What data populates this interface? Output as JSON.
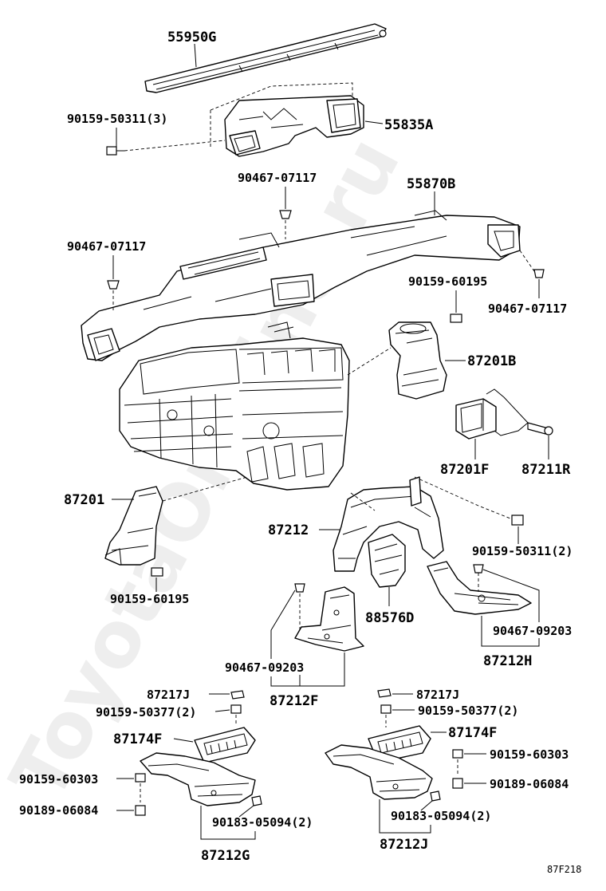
{
  "watermark": "ToyotaOnMine.ru",
  "diagram_ref": "87F218",
  "labels": {
    "p55950G": "55950G",
    "p55835A": "55835A",
    "p90159_50311_3": "90159-50311(3)",
    "p90467_07117_top": "90467-07117",
    "p55870B": "55870B",
    "p90467_07117_left": "90467-07117",
    "p90159_60195_right": "90159-60195",
    "p90467_07117_right": "90467-07117",
    "p87201B": "87201B",
    "p87201F": "87201F",
    "p87211R": "87211R",
    "p87201": "87201",
    "p87212": "87212",
    "p90159_50311_2": "90159-50311(2)",
    "p90159_60195_left": "90159-60195",
    "p88576D": "88576D",
    "p90467_09203_right": "90467-09203",
    "p87212H": "87212H",
    "p90467_09203_left": "90467-09203",
    "p87212F": "87212F",
    "p87217J_left": "87217J",
    "p90159_50377_left": "90159-50377(2)",
    "p87174F_left": "87174F",
    "p90159_60303_left": "90159-60303",
    "p90189_06084_left": "90189-06084",
    "p90183_05094_left": "90183-05094(2)",
    "p87212G": "87212G",
    "p87217J_right": "87217J",
    "p90159_50377_right": "90159-50377(2)",
    "p87174F_right": "87174F",
    "p90159_60303_right": "90159-60303",
    "p90189_06084_right": "90189-06084",
    "p90183_05094_right": "90183-05094(2)",
    "p87212J": "87212J"
  }
}
